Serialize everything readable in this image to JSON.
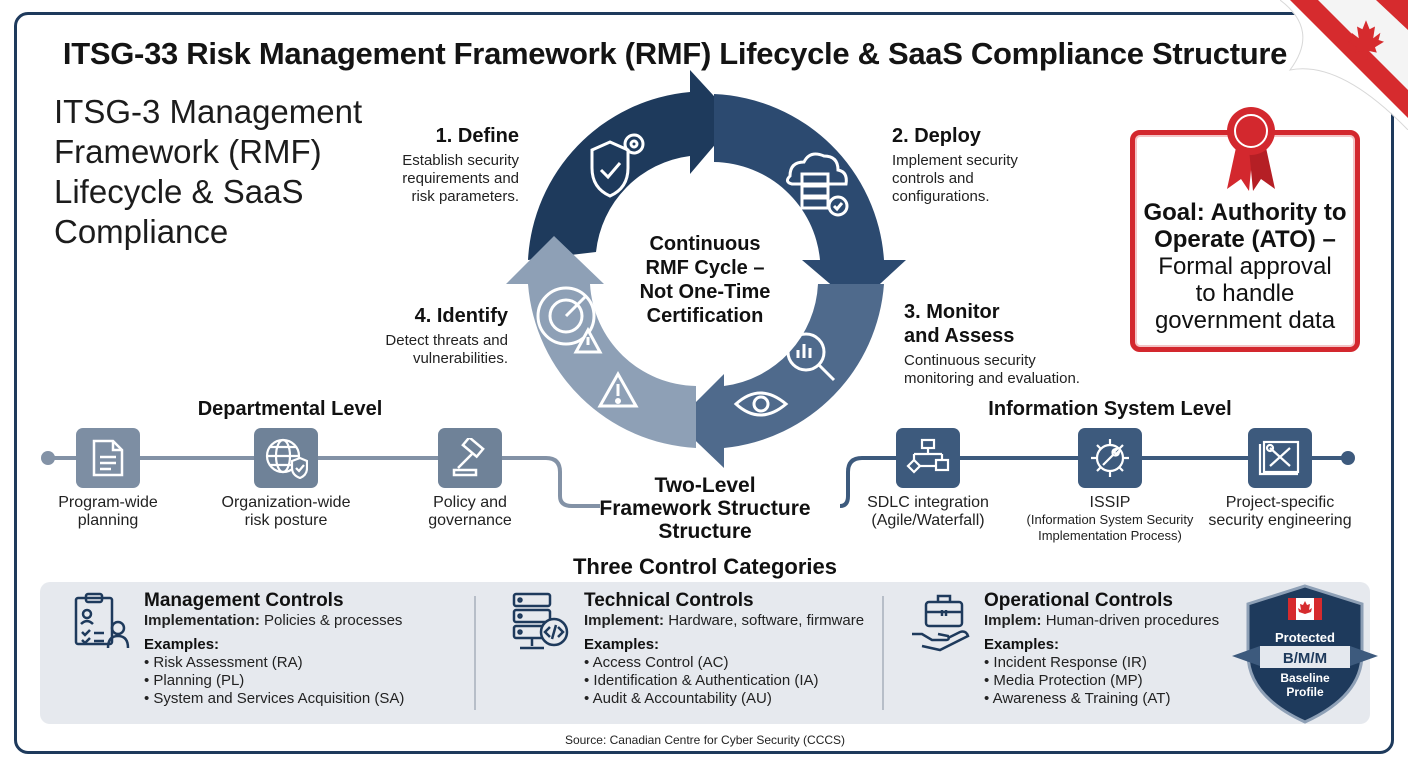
{
  "title": "ITSG-33 Risk Management Framework (RMF) Lifecycle & SaaS Compliance Structure",
  "subtitle_lines": [
    "ITSG-3 Management",
    "Framework (RMF)",
    "Lifecycle & SaaS",
    "Compliance"
  ],
  "colors": {
    "navy": "#1e3a5c",
    "mid_blue": "#3d5a7d",
    "slate": "#6f8298",
    "light_slate": "#8ea0b6",
    "ato_red": "#d3282e",
    "panel_bg": "#e6e9ee"
  },
  "cycle": {
    "center_lines": [
      "Continuous",
      "RMF Cycle –",
      "Not One-Time",
      "Certification"
    ],
    "stages": [
      {
        "title": "1. Define",
        "desc_lines": [
          "Establish security",
          "requirements and",
          "risk parameters."
        ],
        "icon": "shield-gear-icon"
      },
      {
        "title": "2. Deploy",
        "desc_lines": [
          "Implement security",
          "controls and",
          "configurations."
        ],
        "icon": "cloud-server-icon"
      },
      {
        "title_lines": [
          "3. Monitor",
          "and Assess"
        ],
        "desc_lines": [
          "Continuous security",
          "monitoring and evaluation."
        ],
        "icon": "magnifier-eye-icon"
      },
      {
        "title": "4. Identify",
        "desc_lines": [
          "Detect threats and",
          "vulnerabilities."
        ],
        "icon": "radar-warning-icon"
      }
    ]
  },
  "ato": {
    "bold_lines": [
      "Goal: Authority to",
      "Operate (ATO) –"
    ],
    "lines": [
      "Formal approval",
      "to handle",
      "government data"
    ],
    "icon": "award-ribbon-icon"
  },
  "departmental": {
    "title": "Departmental Level",
    "nodes": [
      {
        "label_lines": [
          "Program-wide",
          "planning"
        ],
        "icon": "document-icon"
      },
      {
        "label_lines": [
          "Organization-wide",
          "risk posture"
        ],
        "icon": "globe-shield-icon"
      },
      {
        "label_lines": [
          "Policy and",
          "governance"
        ],
        "icon": "gavel-icon"
      }
    ]
  },
  "info_system": {
    "title": "Information System Level",
    "nodes": [
      {
        "label_lines": [
          "SDLC integration",
          "(Agile/Waterfall)"
        ],
        "icon": "flowchart-icon"
      },
      {
        "label_lines": [
          "ISSIP"
        ],
        "small_lines": [
          "(Information System Security",
          "Implementation Process)"
        ],
        "icon": "gear-wrench-icon"
      },
      {
        "label_lines": [
          "Project-specific",
          "security engineering"
        ],
        "icon": "blueprint-tools-icon"
      }
    ]
  },
  "two_level_lines": [
    "Two-Level",
    "Framework Structure",
    "Structure"
  ],
  "categories_title": "Three Control Categories",
  "controls": [
    {
      "title": "Management Controls",
      "impl_label": "Implementation:",
      "impl_value": "Policies & processes",
      "examples_label": "Examples:",
      "examples": [
        "• Risk Assessment (RA)",
        "• Planning (PL)",
        "• System and Services Acquisition (SA)"
      ],
      "icon": "clipboard-person-icon"
    },
    {
      "title": "Technical Controls",
      "impl_label": "Implement:",
      "impl_value": "Hardware, software, firmware",
      "examples_label": "Examples:",
      "examples": [
        "• Access Control (AC)",
        "• Identification & Authentication (IA)",
        "• Audit & Accountability (AU)"
      ],
      "icon": "server-code-icon"
    },
    {
      "title": "Operational Controls",
      "impl_label": "Implem:",
      "impl_value": "Human-driven procedures",
      "examples_label": "Examples:",
      "examples": [
        "• Incident Response (IR)",
        "• Media Protection (MP)",
        "• Awareness & Training (AT)"
      ],
      "icon": "hand-toolbox-icon"
    }
  ],
  "badge": {
    "lines": [
      "Protected",
      "B/M/M",
      "Baseline",
      "Profile"
    ],
    "icon": "canada-flag-shield-icon"
  },
  "corner": {
    "icon": "canada-maple-leaf-icon"
  },
  "source": "Source: Canadian Centre for Cyber Security (CCCS)"
}
